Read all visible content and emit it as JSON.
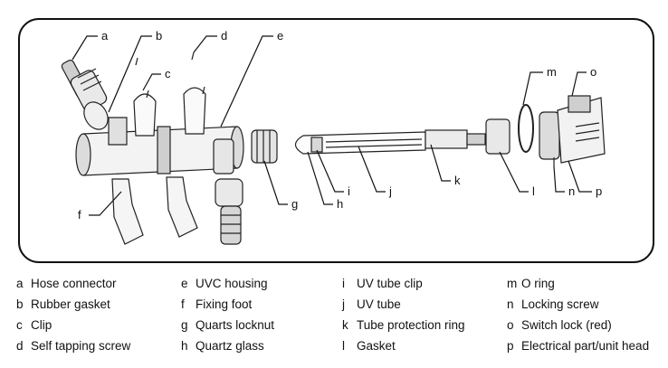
{
  "diagram": {
    "callouts": [
      "a",
      "b",
      "c",
      "d",
      "e",
      "f",
      "g",
      "h",
      "i",
      "j",
      "k",
      "l",
      "m",
      "n",
      "o",
      "p"
    ]
  },
  "legend": {
    "columns": [
      [
        {
          "key": "a",
          "text": "Hose connector"
        },
        {
          "key": "b",
          "text": "Rubber gasket"
        },
        {
          "key": "c",
          "text": "Clip"
        },
        {
          "key": "d",
          "text": "Self tapping screw"
        }
      ],
      [
        {
          "key": "e",
          "text": "UVC housing"
        },
        {
          "key": "f",
          "text": "Fixing foot"
        },
        {
          "key": "g",
          "text": "Quarts locknut"
        },
        {
          "key": "h",
          "text": "Quartz glass"
        }
      ],
      [
        {
          "key": "i",
          "text": "UV tube clip"
        },
        {
          "key": "j",
          "text": "UV tube"
        },
        {
          "key": "k",
          "text": "Tube protection ring"
        },
        {
          "key": "l",
          "text": "Gasket"
        }
      ],
      [
        {
          "key": "m",
          "text": "O ring"
        },
        {
          "key": "n",
          "text": "Locking screw"
        },
        {
          "key": "o",
          "text": "Switch lock (red)"
        },
        {
          "key": "p",
          "text": "Electrical part/unit head"
        }
      ]
    ]
  }
}
